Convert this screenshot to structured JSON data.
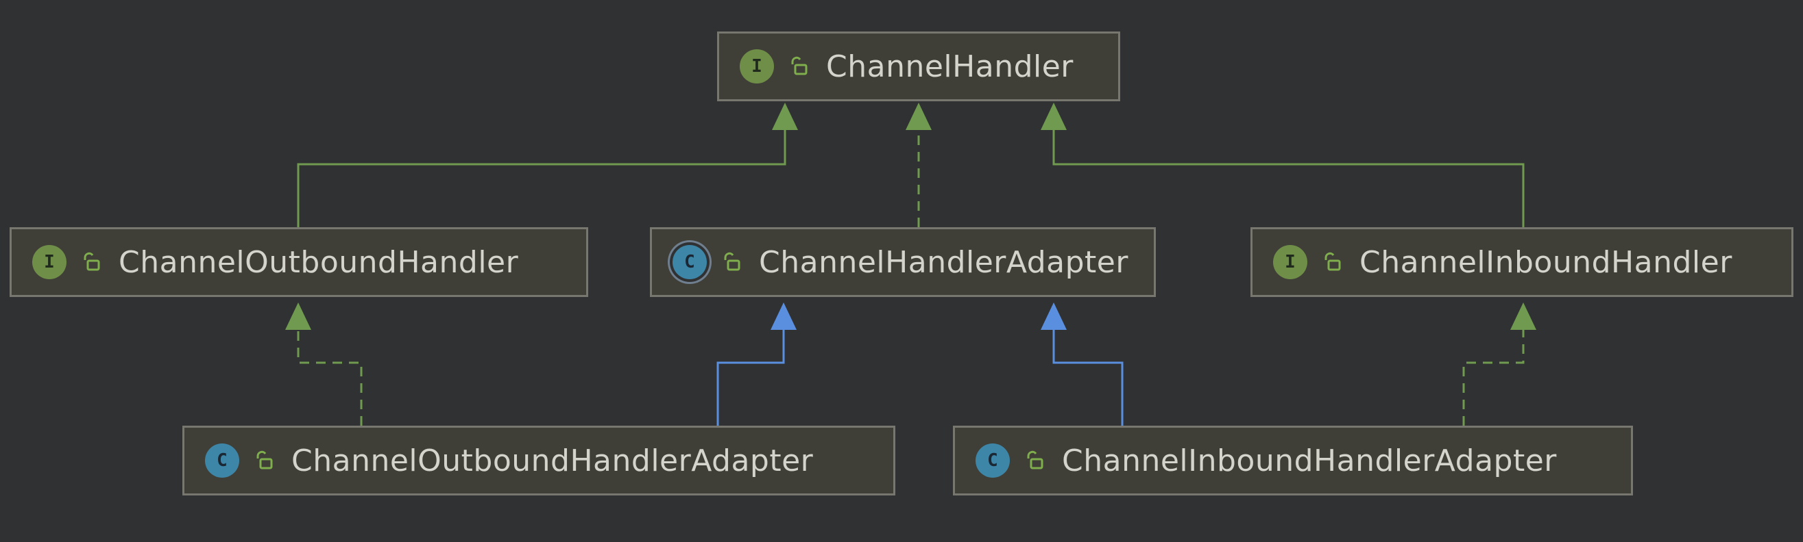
{
  "diagram": {
    "nodes": [
      {
        "id": "channel-handler",
        "label": "ChannelHandler",
        "kind": "interface",
        "icon": "I"
      },
      {
        "id": "channel-outbound-handler",
        "label": "ChannelOutboundHandler",
        "kind": "interface",
        "icon": "I"
      },
      {
        "id": "channel-handler-adapter",
        "label": "ChannelHandlerAdapter",
        "kind": "abstract-class",
        "icon": "C"
      },
      {
        "id": "channel-inbound-handler",
        "label": "ChannelInboundHandler",
        "kind": "interface",
        "icon": "I"
      },
      {
        "id": "channel-outbound-handler-adapter",
        "label": "ChannelOutboundHandlerAdapter",
        "kind": "class",
        "icon": "C"
      },
      {
        "id": "channel-inbound-handler-adapter",
        "label": "ChannelInboundHandlerAdapter",
        "kind": "class",
        "icon": "C"
      }
    ],
    "edges": [
      {
        "from": "channel-outbound-handler",
        "to": "channel-handler",
        "type": "extends-interface"
      },
      {
        "from": "channel-handler-adapter",
        "to": "channel-handler",
        "type": "implements"
      },
      {
        "from": "channel-inbound-handler",
        "to": "channel-handler",
        "type": "extends-interface"
      },
      {
        "from": "channel-outbound-handler-adapter",
        "to": "channel-outbound-handler",
        "type": "implements"
      },
      {
        "from": "channel-outbound-handler-adapter",
        "to": "channel-handler-adapter",
        "type": "extends-class"
      },
      {
        "from": "channel-inbound-handler-adapter",
        "to": "channel-handler-adapter",
        "type": "extends-class"
      },
      {
        "from": "channel-inbound-handler-adapter",
        "to": "channel-inbound-handler",
        "type": "implements"
      }
    ],
    "colors": {
      "background": "#303132",
      "interface_edge": "#6f9a4f",
      "class_edge": "#5a8fe0",
      "interface_icon": "#6f8f48",
      "class_icon": "#3d86a8",
      "lock_icon": "#7fae4d",
      "node_fill": "#403f37",
      "node_border": "#77776f",
      "label_text": "#d4d4cc"
    }
  }
}
